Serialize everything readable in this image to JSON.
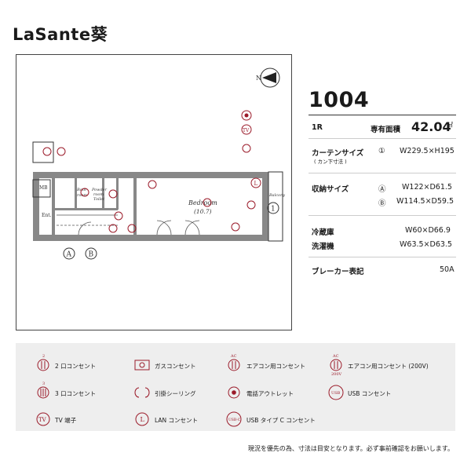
{
  "title": "LaSante葵",
  "unit_number": "1004",
  "specs": {
    "layout": "1R",
    "area_label": "専有面積",
    "area_value": "42.04",
    "area_unit": "㎡",
    "curtain_label": "カーテンサイズ",
    "curtain_sub": "( カン下寸法 )",
    "curtain_mark": "①",
    "curtain_size": "W229.5×H195",
    "storage_label": "収納サイズ",
    "storage_a_mark": "Ⓐ",
    "storage_a": "W122×D61.5",
    "storage_b_mark": "Ⓑ",
    "storage_b": "W114.5×D59.5",
    "fridge_label": "冷蔵庫",
    "fridge": "W60×D66.9",
    "washer_label": "洗濯機",
    "washer": "W63.5×D63.5",
    "breaker_label": "ブレーカー表記",
    "breaker": "50A"
  },
  "plan": {
    "mb": "MB",
    "ent": "Ent.",
    "bath": "Bath",
    "bath2": "room",
    "powder": "Powder",
    "powder2": "room",
    "toilet": "Toilet",
    "bedroom": "Bedroom",
    "bedroom_size": "(10.7)",
    "balcony": "Balcony",
    "mark_a": "A",
    "mark_b": "B",
    "mark_1": "1",
    "north": "N"
  },
  "legend": {
    "outlet2": "2 口コンセント",
    "outlet3": "3 口コンセント",
    "tv": "TV 端子",
    "gas": "ガスコンセント",
    "ceiling": "引掛シーリング",
    "lan": "LAN コンセント",
    "ac": "エアコン用コンセント",
    "phone": "電話アウトレット",
    "usbc": "USB タイプ C コンセント",
    "ac200": "エアコン用コンセント (200V)",
    "usb": "USB コンセント",
    "icon_tv": "TV",
    "icon_l": "L",
    "icon_usb": "USB",
    "icon_usbc": "USB-C",
    "icon_ac": "AC",
    "icon_200v": "200V",
    "num2": "2",
    "num3": "3"
  },
  "note": "現況を優先の為、寸法は目安となります。必ず事前確認をお願いします。",
  "colors": {
    "accent": "#9b1b2a",
    "wall": "#888888",
    "legend_bg": "#eeeeee"
  }
}
